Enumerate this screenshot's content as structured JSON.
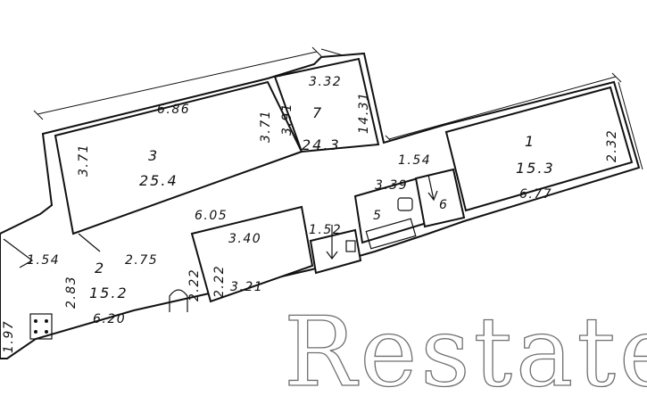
{
  "rooms": [
    {
      "id": "3",
      "area": "25.4"
    },
    {
      "id": "7",
      "area": "24.3"
    },
    {
      "id": "1",
      "area": "15.3"
    },
    {
      "id": "2",
      "area": "15.2"
    },
    {
      "id": "5",
      "area": ""
    },
    {
      "id": "6",
      "area": ""
    }
  ],
  "dimensions": {
    "d686": "6.86",
    "d371a": "3.71",
    "d371b": "3.71",
    "d391": "3.91",
    "d332": "3.32",
    "d1431": "14.31",
    "d605": "6.05",
    "d154a": "1.54",
    "d154b": "1.54",
    "d339": "3.39",
    "d232": "2.32",
    "d677": "6.77",
    "d275": "2.75",
    "d340": "3.40",
    "d152": "1.52",
    "d283": "2.83",
    "d620": "6.20",
    "d222a": "2.22",
    "d222b": "2.22",
    "d321": "3.21",
    "d197": "1.97"
  },
  "watermark": "Restate"
}
